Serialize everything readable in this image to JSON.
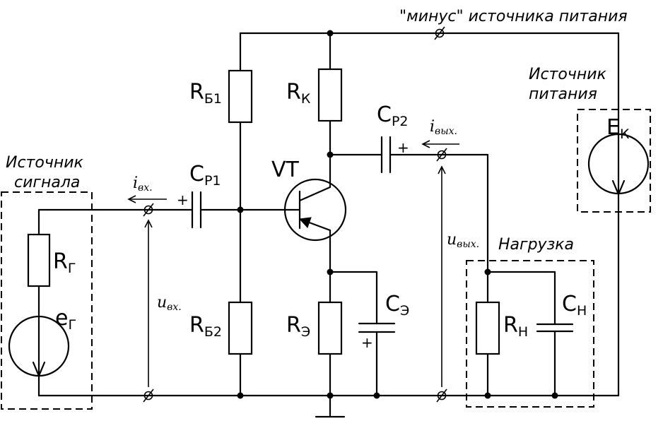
{
  "labels": {
    "supply_minus": "\"минус\" источника питания",
    "supply_title_1": "Источник",
    "supply_title_2": "питания",
    "signal_title_1": "Источник",
    "signal_title_2": "сигнала",
    "load_title": "Нагрузка",
    "vt": "VT"
  },
  "components": {
    "rb1": {
      "main": "R",
      "sub": "Б1"
    },
    "rb2": {
      "main": "R",
      "sub": "Б2"
    },
    "rk": {
      "main": "R",
      "sub": "К"
    },
    "re": {
      "main": "R",
      "sub": "Э"
    },
    "rg": {
      "main": "R",
      "sub": "Г"
    },
    "eg": {
      "main": "e",
      "sub": "Г"
    },
    "rn": {
      "main": "R",
      "sub": "Н"
    },
    "cn": {
      "main": "C",
      "sub": "Н"
    },
    "ce": {
      "main": "C",
      "sub": "Э"
    },
    "cp1": {
      "main": "C",
      "sub": "Р1"
    },
    "cp2": {
      "main": "C",
      "sub": "Р2"
    },
    "ek": {
      "main": "E",
      "sub": "К"
    }
  },
  "signals": {
    "i_in": {
      "main": "i",
      "sub": "вх."
    },
    "i_out": {
      "main": "i",
      "sub": "вых."
    },
    "u_in": {
      "main": "u",
      "sub": "вх."
    },
    "u_out": {
      "main": "u",
      "sub": "вых."
    }
  },
  "polarity": {
    "cp1": "+",
    "cp2": "+",
    "ce": "+"
  }
}
